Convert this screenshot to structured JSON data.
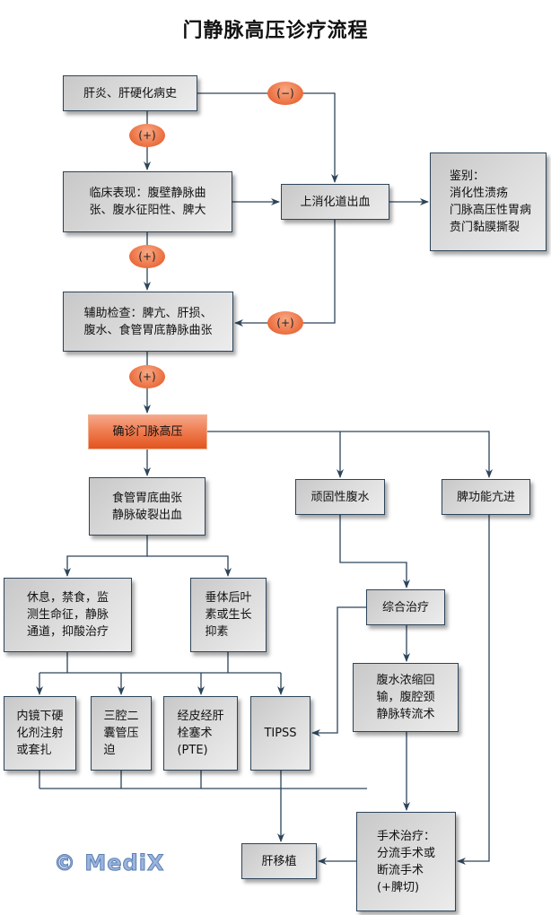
{
  "title": "门静脉高压诊疗流程",
  "watermark": "© MediX",
  "colors": {
    "line": "#2c4459",
    "box_fill": "#dcdcdc",
    "accent_orange": "#e8602a"
  },
  "nodes": {
    "history": "肝炎、肝硬化病史",
    "clinical": "临床表现：腹壁静脉曲\n张、腹水征阳性、脾大",
    "ugib": "上消化道出血",
    "differential": "鉴别：\n消化性溃疡\n门脉高压性胃病\n贲门黏膜撕裂",
    "auxiliary": "辅助检查：脾亢、肝损、\n腹水、食管胃底静脉曲张",
    "diagnosis": "确诊门脉高压",
    "varices": "食管胃底曲张\n静脉破裂出血",
    "ascites": "顽固性腹水",
    "hypersplenism": "脾功能亢进",
    "supportive": "休息，禁食，监\n测生命征，静脉\n通道，抑酸治疗",
    "vasopressin": "垂体后叶\n素或生长\n抑素",
    "endoscopic": "内镜下硬\n化剂注射\n或套扎",
    "balloon": "三腔二\n囊管压\n迫",
    "pte": "经皮经肝\n栓塞术\n(PTE)",
    "tipss": "TIPSS",
    "comprehensive": "综合治疗",
    "ascites_reinfusion": "腹水浓缩回\n输，腹腔颈\n静脉转流术",
    "transplant": "肝移植",
    "surgery": "手术治疗：\n分流手术或\n断流手术\n(+脾切)"
  },
  "connectors": {
    "history_to_ugib": "(−)",
    "history_to_clinical": "(+)",
    "clinical_to_auxiliary": "(+)",
    "ugib_to_auxiliary": "(+)",
    "auxiliary_to_diagnosis": "(+)"
  }
}
